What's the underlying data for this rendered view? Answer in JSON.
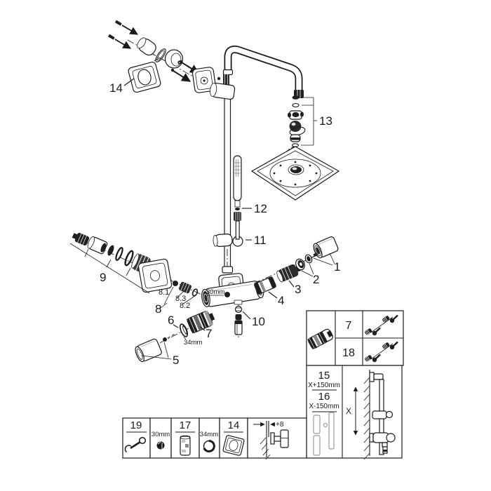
{
  "colors": {
    "line": "#1a1a1a",
    "dark_fill": "#1f1f1f",
    "mid_gray": "#8a8a8a",
    "light_gray": "#c4c4c4",
    "background": "#ffffff"
  },
  "callouts": {
    "n1": "1",
    "n2": "2",
    "n3": "3",
    "n4": "4",
    "n5": "5",
    "n6": "6",
    "n7": "7",
    "n8": "8",
    "n8_1": "8.1",
    "n8_2": "8.2",
    "n8_3": "8.3",
    "n9": "9",
    "n10": "10",
    "n11": "11",
    "n12": "12",
    "n13": "13",
    "n14": "14",
    "dim30": "30mm",
    "dim34": "34mm"
  },
  "parts_table": {
    "rows": [
      {
        "id": "7"
      },
      {
        "id": "18"
      }
    ]
  },
  "spacing_table": {
    "variant_a": {
      "id": "15",
      "dimension": "X+150mm"
    },
    "variant_b": {
      "id": "16",
      "dimension": "X-150mm"
    },
    "x_label": "X"
  },
  "tools_strip": {
    "boxes": [
      {
        "label": "19",
        "item": "wrench"
      },
      {
        "label": "30mm",
        "item": "nut"
      },
      {
        "label": "17",
        "item": "cartridge"
      },
      {
        "label": "34mm",
        "item": "stop-ring"
      },
      {
        "label": "14",
        "item": "square-gasket"
      },
      {
        "label": "+8",
        "item": "wall-union-depth"
      }
    ]
  }
}
